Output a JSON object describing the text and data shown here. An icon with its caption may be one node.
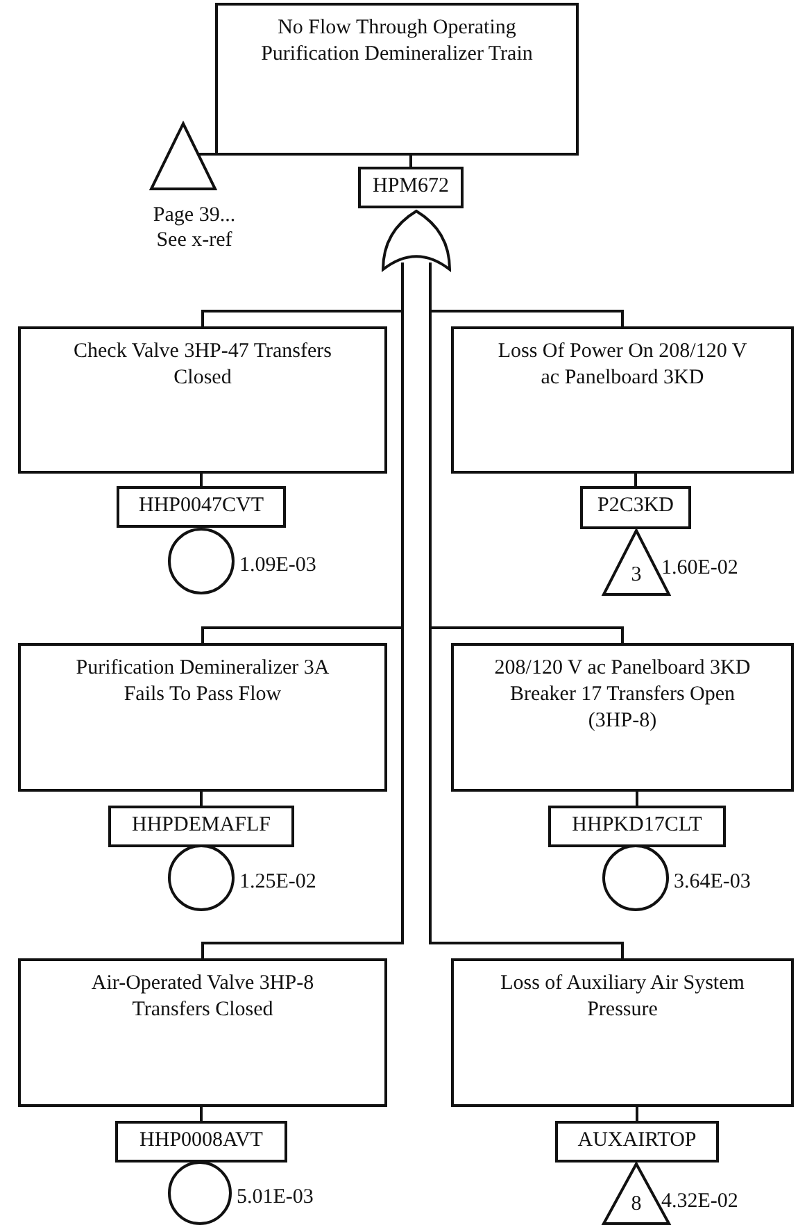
{
  "diagram": {
    "nodes": [
      {
        "text": [
          "No Flow Through Operating Purification Demineralizer Train"
        ]
      },
      {
        "text": [
          "HPM672"
        ]
      },
      {
        "text": [],
        "shape": "gate"
      },
      {
        "text": [],
        "shape": "triangle",
        "beside": [
          "Page 39... See x-ref"
        ]
      },
      {
        "text": [
          "Check Valve 3HP-47 Transfers Closed"
        ]
      },
      {
        "text": [
          "HHP0047CVT"
        ]
      },
      {
        "text": [],
        "shape": "circle",
        "beside": [
          "1.09E-03"
        ]
      },
      {
        "text": [
          "Loss Of Power On 208/120 V ac Panelboard 3KD"
        ]
      },
      {
        "text": [
          "P2C3KD"
        ]
      },
      {
        "text": [
          "3"
        ],
        "beside": [
          "1.60E-02"
        ]
      },
      {
        "text": [
          "Purification Demineralizer 3A Fails To Pass Flow"
        ]
      },
      {
        "text": [
          "HHPDEMAFLF"
        ]
      },
      {
        "text": [],
        "shape": "circle",
        "beside": [
          "1.25E-02"
        ]
      },
      {
        "text": [
          "208/120 V ac Panelboard 3KD Breaker 17 Transfers Open (3HP-8)"
        ]
      },
      {
        "text": [
          "HHPKD17CLT"
        ]
      },
      {
        "text": [],
        "shape": "circle",
        "beside": [
          "3.64E-03"
        ]
      },
      {
        "text": [
          "Air-Operated Valve 3HP-8 Transfers Closed"
        ]
      },
      {
        "text": [
          "HHP0008AVT"
        ]
      },
      {
        "text": [],
        "shape": "circle",
        "beside": [
          "5.01E-03"
        ]
      },
      {
        "text": [
          "Loss of Auxiliary Air System Pressure"
        ]
      },
      {
        "text": [
          "AUXAIRTOP"
        ]
      },
      {
        "text": [
          "8"
        ],
        "beside": [
          "4.32E-02"
        ]
      }
    ],
    "edges": [
      {
        "from": 0,
        "to": 1,
        "arrow": "none"
      },
      {
        "from": 0,
        "to": 3,
        "arrow": "none"
      },
      {
        "from": 2,
        "to": 4,
        "arrow": "none"
      },
      {
        "from": 2,
        "to": 7,
        "arrow": "none"
      },
      {
        "from": 2,
        "to": 10,
        "arrow": "none"
      },
      {
        "from": 2,
        "to": 13,
        "arrow": "none"
      },
      {
        "from": 2,
        "to": 16,
        "arrow": "none"
      },
      {
        "from": 2,
        "to": 19,
        "arrow": "none"
      },
      {
        "from": 4,
        "to": 5,
        "arrow": "none"
      },
      {
        "from": 7,
        "to": 8,
        "arrow": "none"
      },
      {
        "from": 10,
        "to": 11,
        "arrow": "none"
      },
      {
        "from": 13,
        "to": 14,
        "arrow": "none"
      },
      {
        "from": 16,
        "to": 17,
        "arrow": "none"
      },
      {
        "from": 19,
        "to": 20,
        "arrow": "none"
      }
    ]
  }
}
